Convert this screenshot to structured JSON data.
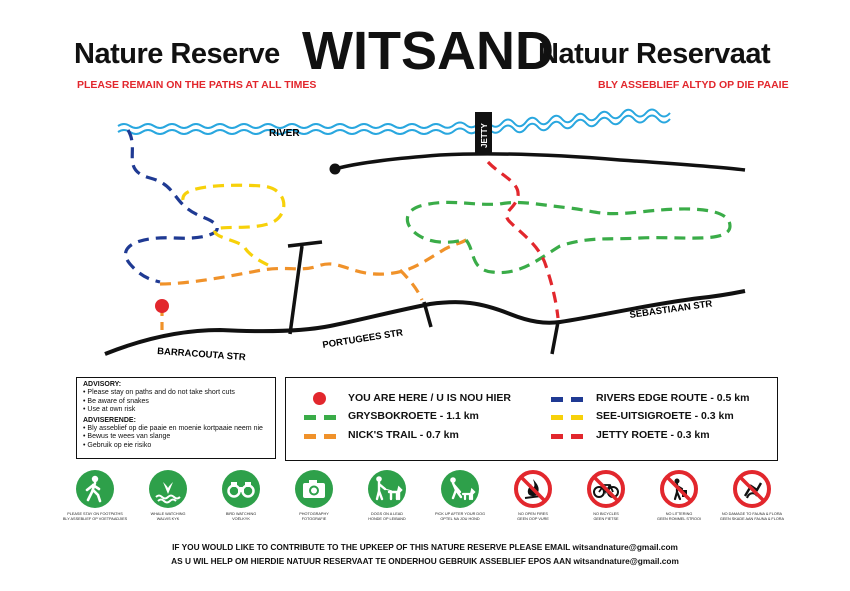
{
  "header": {
    "title_left": "Nature Reserve",
    "title_main": "WITSAND",
    "title_right": "Natuur Reservaat",
    "warning_en": "PLEASE REMAIN ON THE PATHS AT ALL TIMES",
    "warning_af": "BLY ASSEBLIEF ALTYD OP DIE PAAIE"
  },
  "map": {
    "river_label": "RIVER",
    "jetty_label": "JETTY",
    "streets": [
      "BARRACOUTA STR",
      "PORTUGEES STR",
      "SEBASTIAAN STR"
    ],
    "colors": {
      "river": "#29a7df",
      "rivers_edge": "#1f3a93",
      "see_uitsig": "#f7d10a",
      "grysbok": "#3aac48",
      "nicks_trail": "#f0922a",
      "jetty_route": "#e2272d",
      "road": "#111111"
    }
  },
  "advisory": {
    "heading_en": "ADVISORY:",
    "items_en": [
      "Please stay on paths and do not take short cuts",
      "Be aware of snakes",
      "Use at own risk"
    ],
    "heading_af": "ADVISERENDE:",
    "items_af": [
      "Bly asseblief op die paaie en moenie kortpaaie neem nie",
      "Bewus te wees van slange",
      "Gebruik op eie risiko"
    ]
  },
  "legend": {
    "you_are_here": "YOU ARE HERE / U IS NOU HIER",
    "grysbok": "GRYSBOKROETE - 1.1 km",
    "nicks_trail": "NICK'S TRAIL - 0.7 km",
    "rivers_edge": "RIVERS EDGE ROUTE - 0.5 km",
    "see_uitsig": "SEE-UITSIGROETE - 0.3 km",
    "jetty_route": "JETTY ROETE - 0.3 km"
  },
  "icons": [
    {
      "icon": "hiking-icon",
      "type": "allowed",
      "caption_en": "Please stay on footpaths",
      "caption_af": "Bly asseblief op voetpaadjies"
    },
    {
      "icon": "whale-icon",
      "type": "allowed",
      "caption_en": "Whale watching",
      "caption_af": "Walvis kyk"
    },
    {
      "icon": "binoculars-icon",
      "type": "allowed",
      "caption_en": "Bird watching",
      "caption_af": "Voëlkyk"
    },
    {
      "icon": "camera-icon",
      "type": "allowed",
      "caption_en": "Photography",
      "caption_af": "Fotografie"
    },
    {
      "icon": "dog-leash-icon",
      "type": "allowed",
      "caption_en": "Dogs on a lead",
      "caption_af": "Honde op leiband"
    },
    {
      "icon": "dog-pickup-icon",
      "type": "allowed",
      "caption_en": "Pick up after your dog",
      "caption_af": "Optel na jou hond"
    },
    {
      "icon": "no-fire-icon",
      "type": "prohibited",
      "caption_en": "No open fires",
      "caption_af": "Geen oop vure"
    },
    {
      "icon": "no-bicycle-icon",
      "type": "prohibited",
      "caption_en": "No bicycles",
      "caption_af": "Geen fietse"
    },
    {
      "icon": "no-littering-icon",
      "type": "prohibited",
      "caption_en": "No littering",
      "caption_af": "Geen rommel strooi"
    },
    {
      "icon": "no-damage-icon",
      "type": "prohibited",
      "caption_en": "No damage to fauna & flora",
      "caption_af": "Geen skade aan fauna & flora"
    }
  ],
  "footer": {
    "line_en": "IF YOU WOULD LIKE TO CONTRIBUTE TO THE UPKEEP OF THIS NATURE RESERVE PLEASE EMAIL witsandnature@gmail.com",
    "line_af": "AS U WIL HELP OM HIERDIE NATUUR RESERVAAT TE ONDERHOU GEBRUIK ASSEBLIEF EPOS AAN witsandnature@gmail.com"
  }
}
